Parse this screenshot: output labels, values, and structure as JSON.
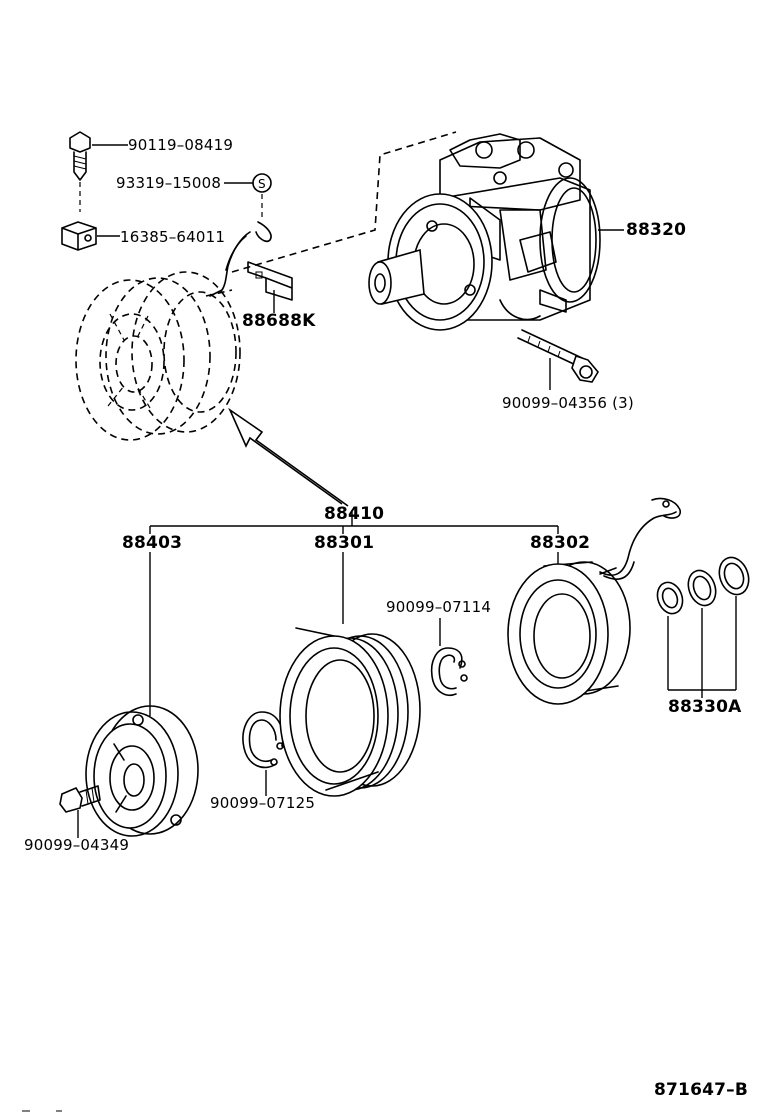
{
  "parts": {
    "bolt_90119": "90119–08419",
    "clip_93319": "93319–15008",
    "block_16385": "16385–64011",
    "bracket_88688K": "88688K",
    "compressor_88320": "88320",
    "bolt_90099_04356": "90099–04356 (3)",
    "clutch_assy_88410": "88410",
    "plate_88403": "88403",
    "pulley_88301": "88301",
    "coil_88302": "88302",
    "snapring_90099_07114": "90099–07114",
    "snapring_90099_07125": "90099–07125",
    "shims_88330A": "88330A",
    "bolt_90099_04349": "90099–04349"
  },
  "footer": {
    "drawing_number": "871647–B"
  }
}
